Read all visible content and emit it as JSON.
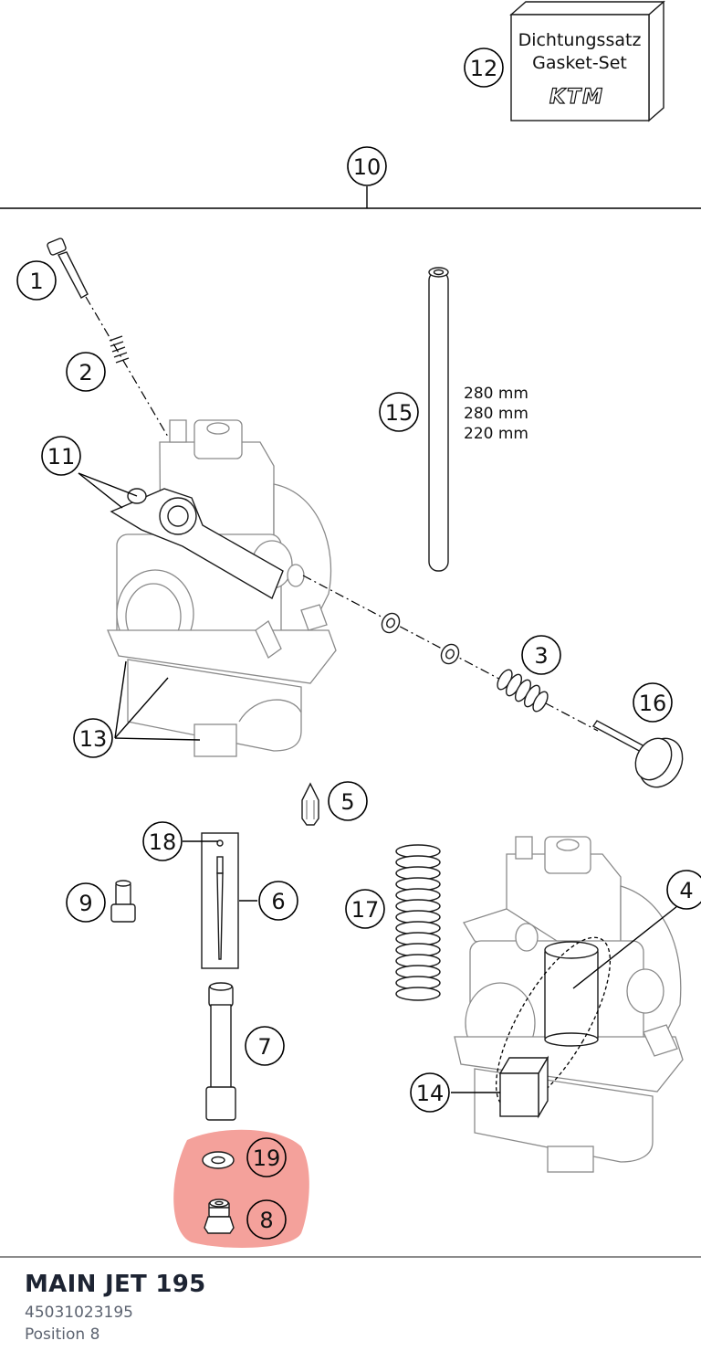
{
  "callouts": [
    "1",
    "2",
    "3",
    "4",
    "5",
    "6",
    "7",
    "8",
    "9",
    "10",
    "11",
    "12",
    "13",
    "14",
    "15",
    "16",
    "17",
    "18",
    "19"
  ],
  "gasket_box": {
    "line1": "Dichtungssatz",
    "line2": "Gasket-Set",
    "logo": "KTM"
  },
  "part_15_lengths": [
    "280 mm",
    "280 mm",
    "220 mm"
  ],
  "highlight": {
    "parts": [
      "19",
      "8"
    ],
    "color": "#f4a19b"
  },
  "footer": {
    "title": "MAIN JET 195",
    "part_number": "45031023195",
    "position": "Position 8"
  }
}
